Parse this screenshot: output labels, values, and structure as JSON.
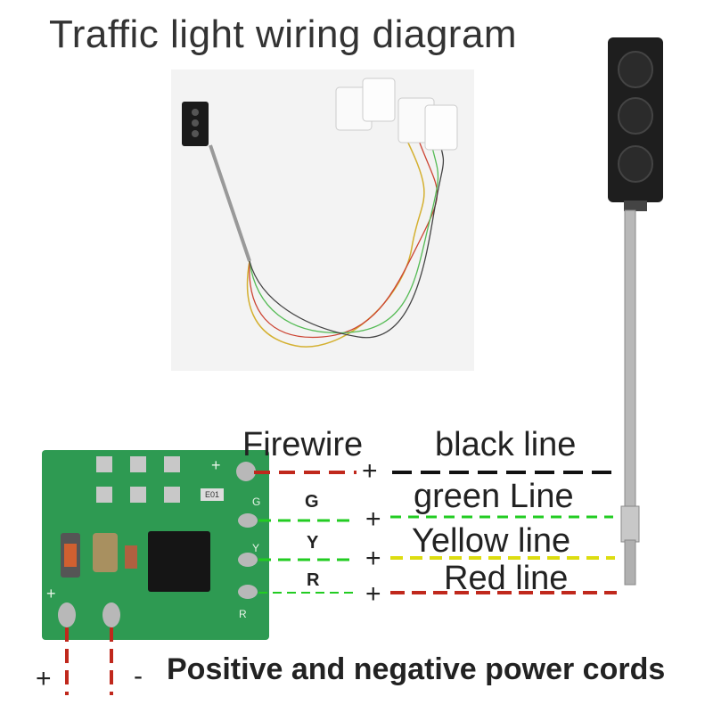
{
  "title": "Traffic light wiring diagram",
  "wires": {
    "firewire": "Firewire",
    "black": "black line",
    "green": "green Line",
    "yellow": "Yellow line",
    "red": "Red line"
  },
  "pins": {
    "g": "G",
    "y": "Y",
    "r": "R"
  },
  "pcb_marks": {
    "plus_top": "+",
    "g": "G",
    "y": "Y",
    "r": "R",
    "plus_left": "+",
    "chip": "E01"
  },
  "plus": "+",
  "power": {
    "plus": "+",
    "minus": "-",
    "label": "Positive and negative power cords"
  },
  "colors": {
    "pcb": "#2e9a52",
    "black_wire": "#111111",
    "green_wire": "#22cc22",
    "yellow_wire": "#dddd10",
    "red_wire": "#c0281c",
    "pole": "#b8b8b8",
    "light_head": "#1e1e1e"
  }
}
